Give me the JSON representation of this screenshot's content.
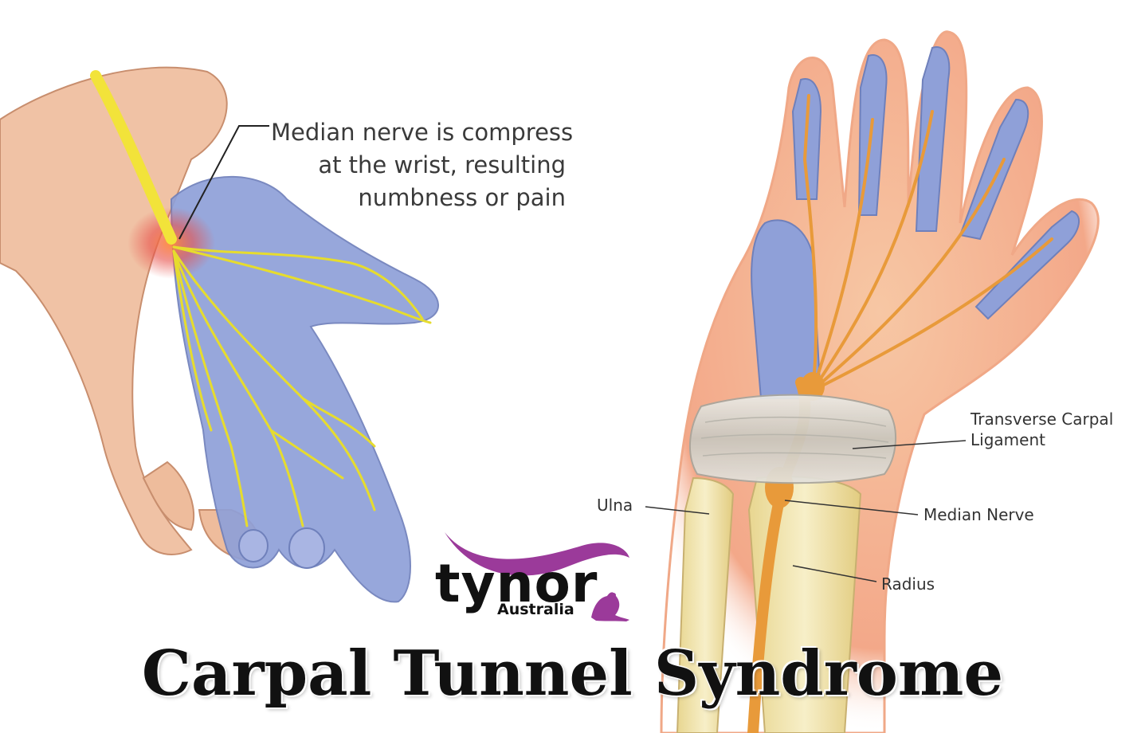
{
  "callout": {
    "line1": "Median nerve is compress",
    "line2": "at the wrist, resulting",
    "line3": "numbness or pain"
  },
  "labels": {
    "transverse_line1": "Transverse Carpal",
    "transverse_line2": "Ligament",
    "ulna": "Ulna",
    "median_nerve": "Median Nerve",
    "radius": "Radius"
  },
  "logo": {
    "brand": "tynor",
    "sub": "Australia",
    "accent_color": "#9b3a9a"
  },
  "headline": "Carpal Tunnel Syndrome",
  "colors": {
    "skin": "#f3c8a8",
    "nerve_highlight": "#8fa3d8",
    "nerve": "#f2e33a",
    "bone": "#f0e2a8",
    "ligament": "#d8d6cf",
    "median_nerve": "#e89a3a",
    "inflammation": "#e85b4a"
  }
}
